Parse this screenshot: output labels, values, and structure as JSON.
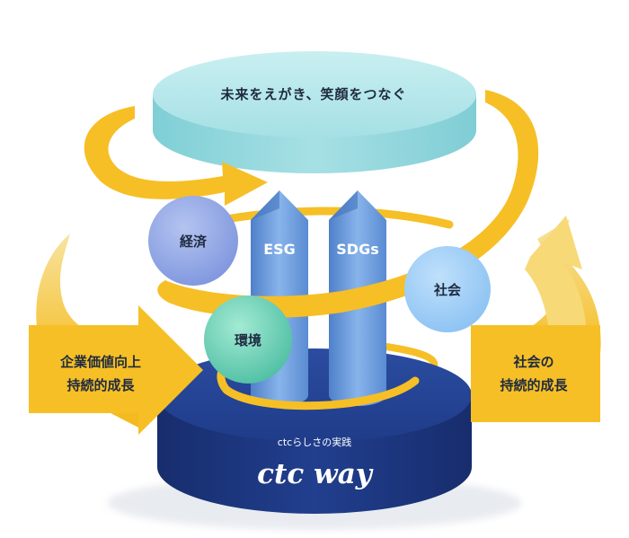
{
  "top_disc": {
    "label": "未来をえがき、笑顔をつなぐ"
  },
  "pillars": [
    {
      "label": "ESG"
    },
    {
      "label": "SDGs"
    }
  ],
  "bubbles": [
    {
      "label": "経済"
    },
    {
      "label": "社会"
    },
    {
      "label": "環境"
    }
  ],
  "left_arrow": {
    "line1": "企業価値向上",
    "line2": "持続的成長"
  },
  "right_arrow": {
    "line1": "社会の",
    "line2": "持続的成長"
  },
  "base": {
    "subtitle": "ctcらしさの実践",
    "title": "ctc way"
  },
  "colors": {
    "arrow_yellow": "#f6bf26",
    "arrow_light": "#f8df8c",
    "top_disc": "#a9e3e6",
    "pillar": "#6f9edf",
    "base": "#1d3a86",
    "base_dark": "#162c6a"
  }
}
